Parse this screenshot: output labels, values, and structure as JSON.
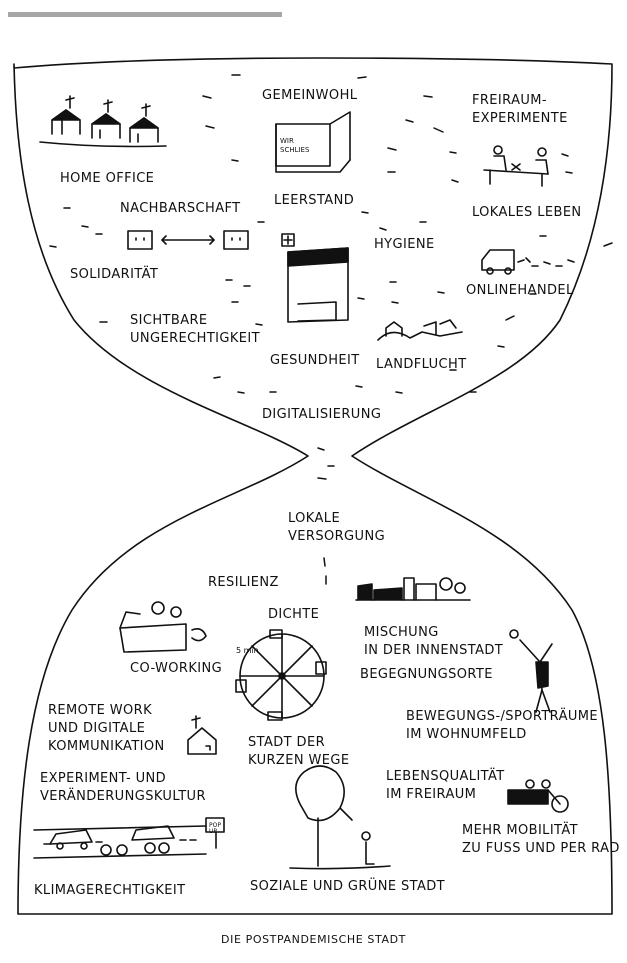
{
  "labels": {
    "gemeinwohl": "GEMEINWOHL",
    "freiraum_experimente": "FREIRAUM-\nEXPERIMENTE",
    "home_office": "HOME OFFICE",
    "leerstand": "LEERSTAND",
    "nachbarschaft": "NACHBARSCHAFT",
    "lokales_leben": "LOKALES LEBEN",
    "hygiene": "HYGIENE",
    "solidaritaet": "SOLIDARITÄT",
    "onlinehandel": "ONLINEHANDEL",
    "sichtbare_ungerechtigkeit": "SICHTBARE\nUNGERECHTIGKEIT",
    "gesundheit": "GESUNDHEIT",
    "landflucht": "LANDFLUCHT",
    "digitalisierung": "DIGITALISIERUNG",
    "lokale_versorgung": "LOKALE\nVERSORGUNG",
    "resilienz": "RESILIENZ",
    "dichte": "DICHTE",
    "mischung": "MISCHUNG\nIN DER INNENSTADT",
    "co_working": "CO-WORKING",
    "begegnungsorte": "BEGEGNUNGSORTE",
    "remote_work": "REMOTE WORK\nUND DIGITALE\nKOMMUNIKATION",
    "bewegungs_sportraeume": "BEWEGUNGS-/SPORTRÄUME\nIM WOHNUMFELD",
    "stadt_der_kurzen_wege": "STADT DER\nKURZEN WEGE",
    "experiment_kultur": "EXPERIMENT- UND\nVERÄNDERUNGSKULTUR",
    "lebensqualitaet": "LEBENSQUALITÄT\nIM FREIRAUM",
    "mehr_mobilitaet": "MEHR MOBILITÄT\nZU FUSS UND PER RAD",
    "klimagerechtigkeit": "KLIMAGERECHTIGKEIT",
    "soziale_gruene_stadt": "SOZIALE UND GRÜNE STADT"
  },
  "sketch_text": {
    "sign": "WIR\nSCHLIES",
    "five_min": "5 min",
    "pop_up": "POP\nUP"
  },
  "caption": "DIE POSTPANDEMISCHE STADT"
}
